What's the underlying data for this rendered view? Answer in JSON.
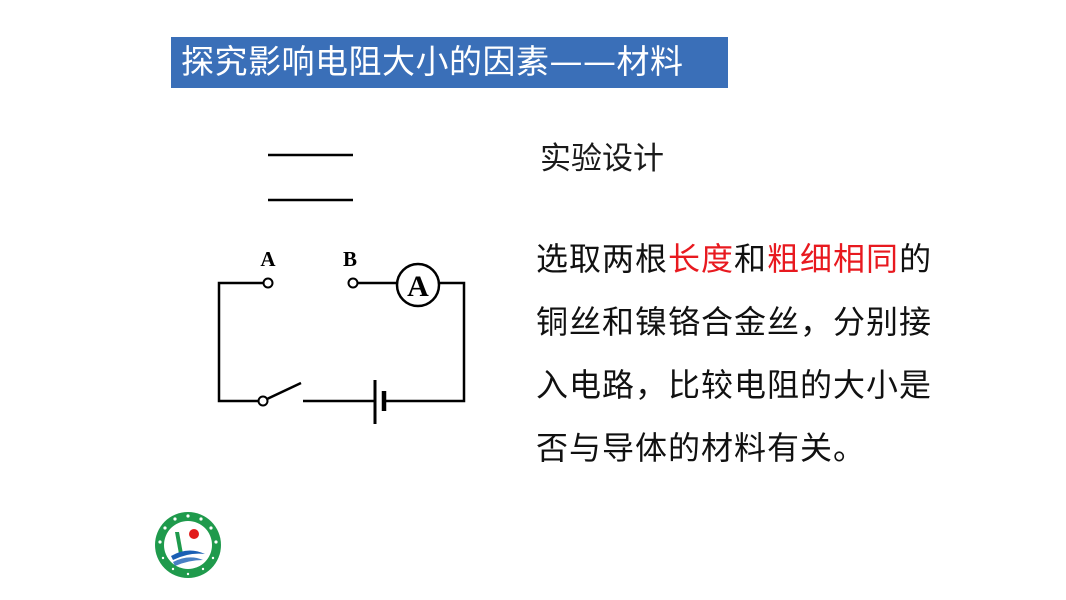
{
  "slide": {
    "title": "探究影响电阻大小的因素——材料",
    "heading": "实验设计",
    "description": {
      "line1_a": "选取两根",
      "line1_b": "长度",
      "line1_c": "和",
      "line1_d": "粗细相同",
      "line1_e": "的",
      "line2": "铜丝和镍铬合金丝，分别接",
      "line3": "入电路，比较电阻的大小是",
      "line4": "否与导体的材料有关。"
    },
    "highlight_color": "#e8191f",
    "title_bg_color": "#3a6fb8"
  },
  "circuit": {
    "terminal_a": "A",
    "terminal_b": "B",
    "ammeter_symbol": "A",
    "components": [
      "wire-sample-1",
      "wire-sample-2",
      "terminal-a",
      "terminal-b",
      "ammeter",
      "switch",
      "battery"
    ]
  },
  "logo": {
    "icon": "school-logo-icon"
  }
}
